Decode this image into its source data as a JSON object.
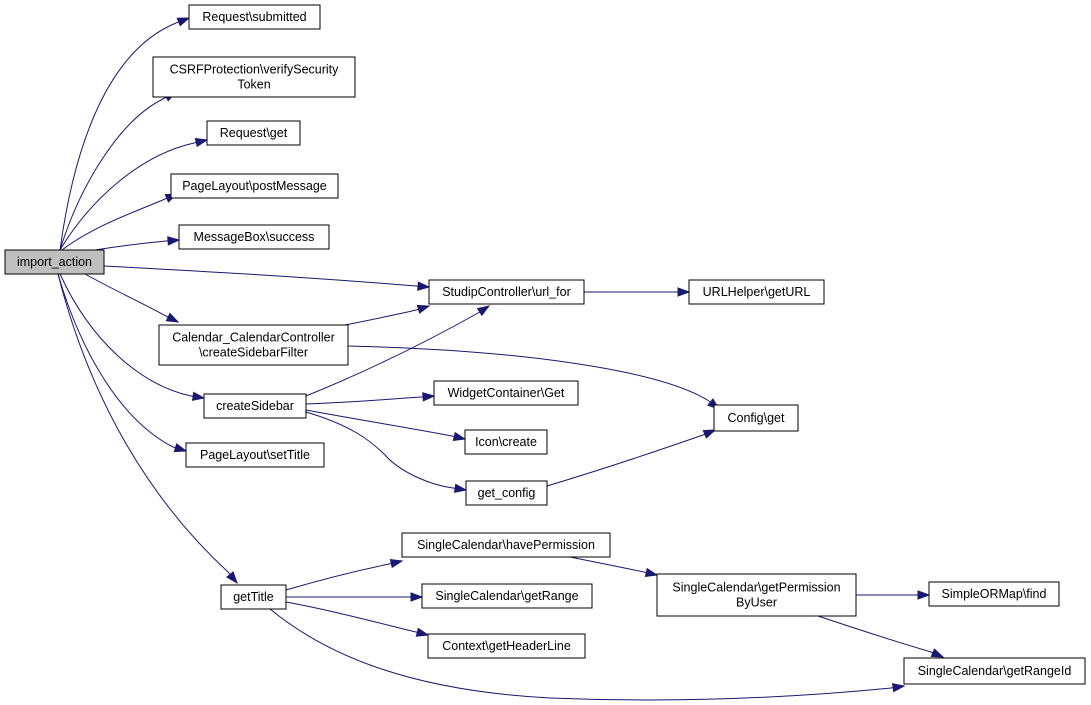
{
  "colors": {
    "edge": "#191970",
    "node_fill": "#ffffff",
    "root_fill": "#bfbfbf",
    "border": "#000000",
    "background": "#ffffff"
  },
  "graph": {
    "root": "import_action",
    "nodes": [
      {
        "id": "import_action",
        "lines": [
          "import_action"
        ]
      },
      {
        "id": "req_submitted",
        "lines": [
          "Request\\submitted"
        ]
      },
      {
        "id": "csrf",
        "lines": [
          "CSRFProtection\\verifySecurity",
          "Token"
        ]
      },
      {
        "id": "req_get",
        "lines": [
          "Request\\get"
        ]
      },
      {
        "id": "pl_post",
        "lines": [
          "PageLayout\\postMessage"
        ]
      },
      {
        "id": "mb_success",
        "lines": [
          "MessageBox\\success"
        ]
      },
      {
        "id": "sc_url",
        "lines": [
          "StudipController\\url_for"
        ]
      },
      {
        "id": "urlh",
        "lines": [
          "URLHelper\\getURL"
        ]
      },
      {
        "id": "ccc",
        "lines": [
          "Calendar_CalendarController",
          "\\createSidebarFilter"
        ]
      },
      {
        "id": "create_sidebar",
        "lines": [
          "createSidebar"
        ]
      },
      {
        "id": "wc_get",
        "lines": [
          "WidgetContainer\\Get"
        ]
      },
      {
        "id": "config_get",
        "lines": [
          "Config\\get"
        ]
      },
      {
        "id": "icon_create",
        "lines": [
          "Icon\\create"
        ]
      },
      {
        "id": "pl_title",
        "lines": [
          "PageLayout\\setTitle"
        ]
      },
      {
        "id": "get_config",
        "lines": [
          "get_config"
        ]
      },
      {
        "id": "sc_haveperm",
        "lines": [
          "SingleCalendar\\havePermission"
        ]
      },
      {
        "id": "sc_getperm",
        "lines": [
          "SingleCalendar\\getPermission",
          "ByUser"
        ]
      },
      {
        "id": "som_find",
        "lines": [
          "SimpleORMap\\find"
        ]
      },
      {
        "id": "get_title",
        "lines": [
          "getTitle"
        ]
      },
      {
        "id": "sc_range",
        "lines": [
          "SingleCalendar\\getRange"
        ]
      },
      {
        "id": "ctx_header",
        "lines": [
          "Context\\getHeaderLine"
        ]
      },
      {
        "id": "sc_rangeid",
        "lines": [
          "SingleCalendar\\getRangeId"
        ]
      }
    ],
    "edges": [
      [
        "import_action",
        "req_submitted"
      ],
      [
        "import_action",
        "csrf"
      ],
      [
        "import_action",
        "req_get"
      ],
      [
        "import_action",
        "pl_post"
      ],
      [
        "import_action",
        "mb_success"
      ],
      [
        "import_action",
        "sc_url"
      ],
      [
        "import_action",
        "ccc"
      ],
      [
        "import_action",
        "create_sidebar"
      ],
      [
        "import_action",
        "pl_title"
      ],
      [
        "import_action",
        "get_title"
      ],
      [
        "sc_url",
        "urlh"
      ],
      [
        "ccc",
        "sc_url"
      ],
      [
        "ccc",
        "config_get"
      ],
      [
        "create_sidebar",
        "sc_url"
      ],
      [
        "create_sidebar",
        "wc_get"
      ],
      [
        "create_sidebar",
        "icon_create"
      ],
      [
        "create_sidebar",
        "get_config"
      ],
      [
        "get_config",
        "config_get"
      ],
      [
        "get_title",
        "sc_haveperm"
      ],
      [
        "get_title",
        "sc_range"
      ],
      [
        "get_title",
        "ctx_header"
      ],
      [
        "get_title",
        "sc_rangeid"
      ],
      [
        "sc_haveperm",
        "sc_getperm"
      ],
      [
        "sc_getperm",
        "som_find"
      ],
      [
        "sc_getperm",
        "sc_rangeid"
      ]
    ]
  }
}
